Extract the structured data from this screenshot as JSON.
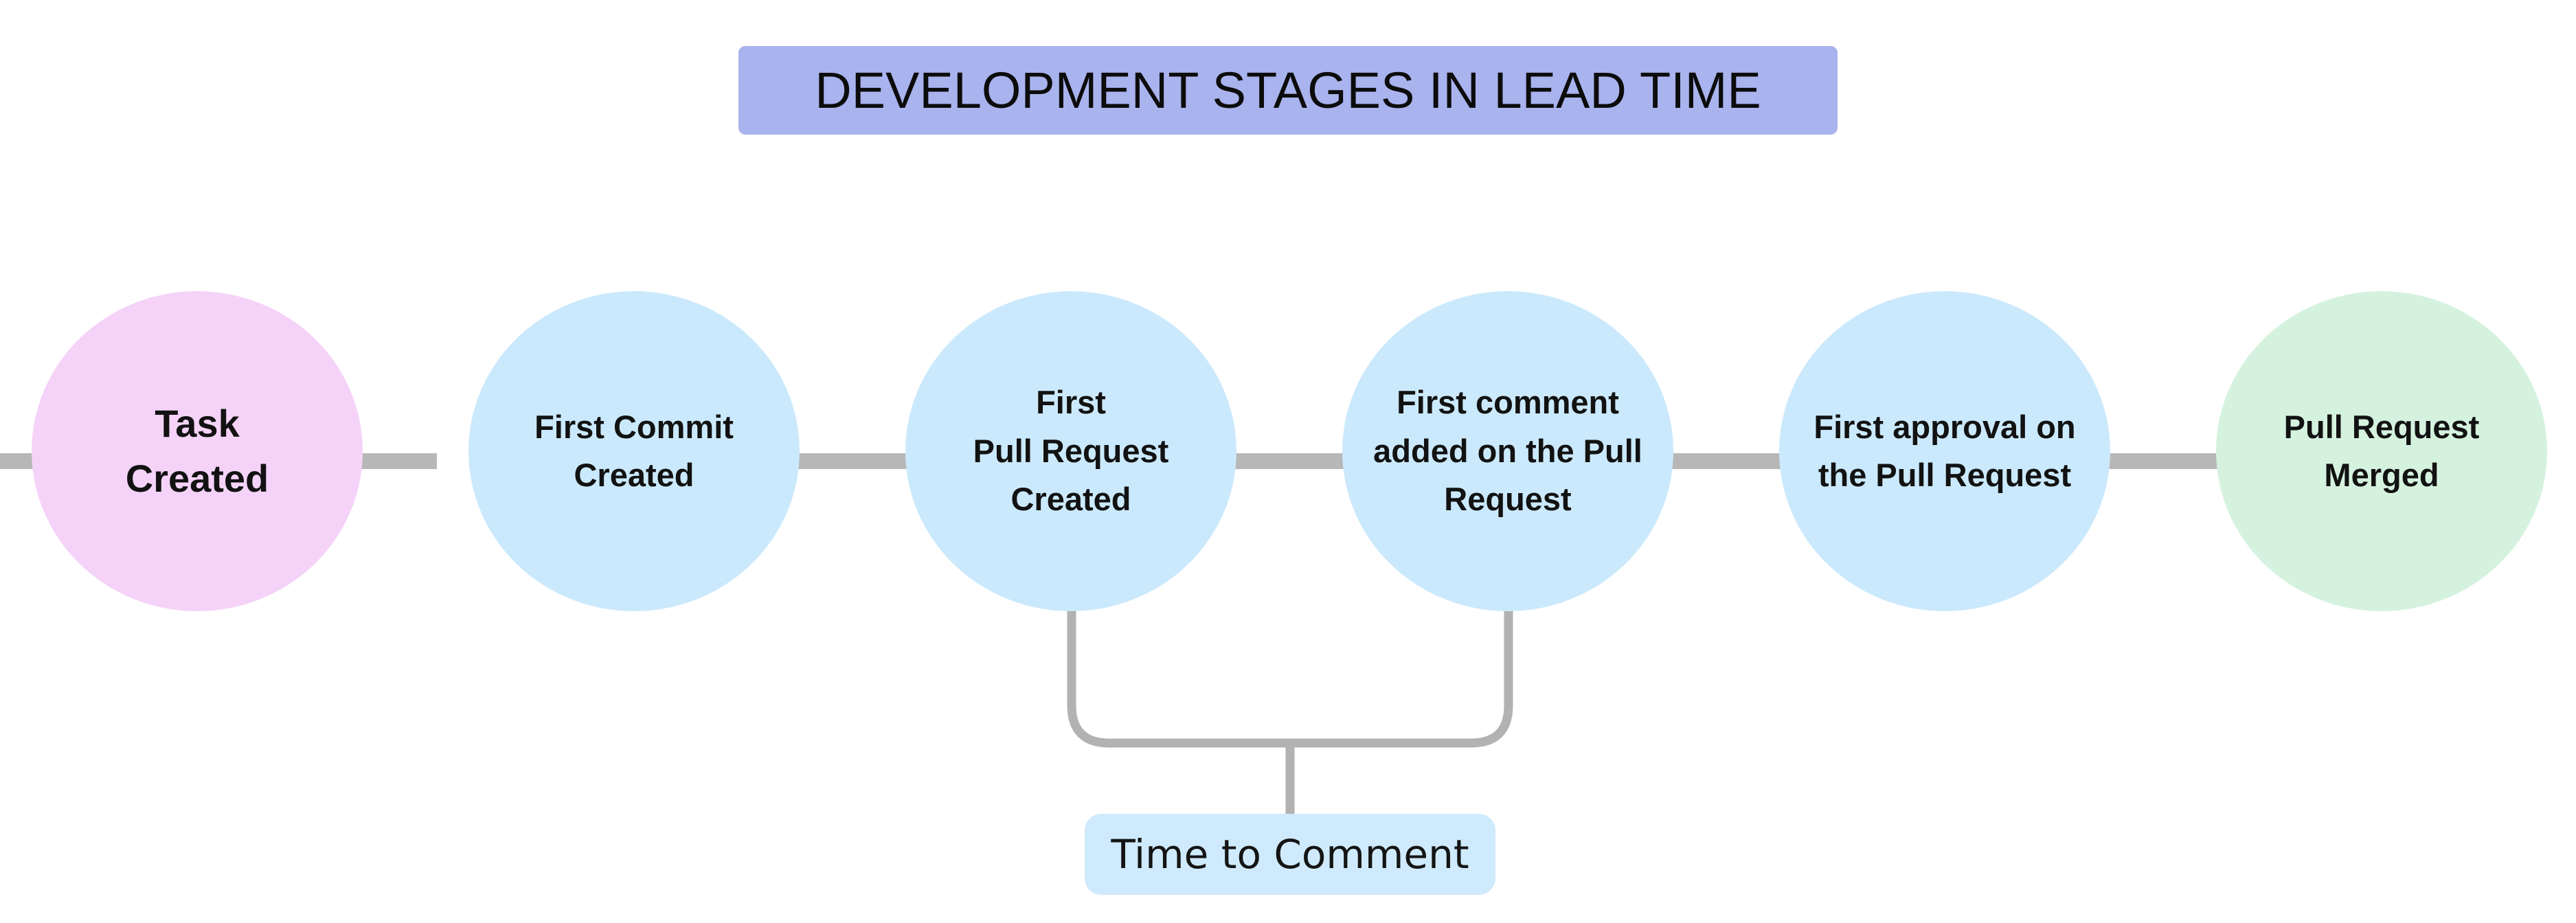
{
  "page": {
    "background": "#ffffff"
  },
  "title": {
    "text": "DEVELOPMENT STAGES IN LEAD TIME",
    "bg_color": "#a9b3ee",
    "text_color": "#0c0c0c"
  },
  "stages": [
    {
      "label": "Task\nCreated",
      "fill": "#f5d3f8",
      "role": "start"
    },
    {
      "label": "First Commit\nCreated",
      "fill": "#cbe9fc",
      "role": "middle"
    },
    {
      "label": "First\nPull Request\nCreated",
      "fill": "#cbe9fc",
      "role": "middle"
    },
    {
      "label": "First comment\nadded on the Pull\nRequest",
      "fill": "#cbe9fc",
      "role": "middle"
    },
    {
      "label": "First approval on\nthe Pull Request",
      "fill": "#cbe9fc",
      "role": "middle"
    },
    {
      "label": "Pull Request\nMerged",
      "fill": "#d5f2df",
      "role": "end"
    }
  ],
  "connectors": {
    "color": "#b7b7b7"
  },
  "annotation": {
    "label": "Time to Comment",
    "fill": "#cfeafc",
    "bracket_color": "#b2b2b2",
    "from_stage_index": 2,
    "to_stage_index": 3
  }
}
